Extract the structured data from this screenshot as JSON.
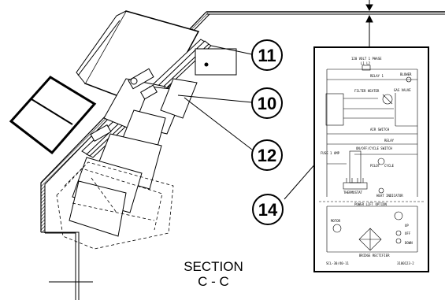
{
  "callouts": [
    {
      "id": "11",
      "label": "11"
    },
    {
      "id": "10",
      "label": "10"
    },
    {
      "id": "12",
      "label": "12"
    },
    {
      "id": "14",
      "label": "14"
    }
  ],
  "section": {
    "line1": "SECTION",
    "line2": "C - C"
  },
  "wiring": {
    "supply_label": "120 VOLT 1 PHASE",
    "supply_terminals": "L1   L2",
    "relay1": "RELAY 1",
    "blower": "BLOWER",
    "filter_heater": "FILTER HEATER",
    "gas_valve": "GAS VALVE",
    "air_switch": "AIR SWITCH",
    "relay": "RELAY",
    "fuse": "FUSE 1 AMP",
    "switch": "ON/OFF/CYCLE SWITCH",
    "pilot": "PILOT",
    "cycle": "CYCLE",
    "thermostat": "THERMOSTAT",
    "heat_indicator": "HEAT INDICATOR",
    "power_lift": "POWER LIFT OPTION",
    "motor": "MOTOR",
    "up": "UP",
    "off": "OFF",
    "down": "DOWN",
    "rectifier": "BRIDGE RECTIFIER",
    "model": "SCL-30/40-11",
    "drawing_no": "3100123-2"
  }
}
